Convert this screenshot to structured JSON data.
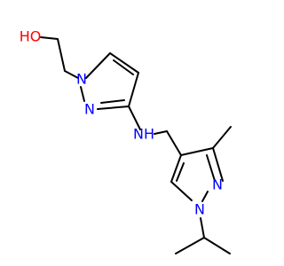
{
  "molecule": {
    "atoms": {
      "hydroxyl": "HO",
      "pyrazole1_n1": "N",
      "pyrazole1_n2": "N",
      "amine": "NH",
      "pyrazole2_n2": "N",
      "pyrazole2_n1": "N"
    },
    "colors": {
      "bond": "#000000",
      "oxygen": "#ff0000",
      "nitrogen": "#0000ff"
    }
  }
}
